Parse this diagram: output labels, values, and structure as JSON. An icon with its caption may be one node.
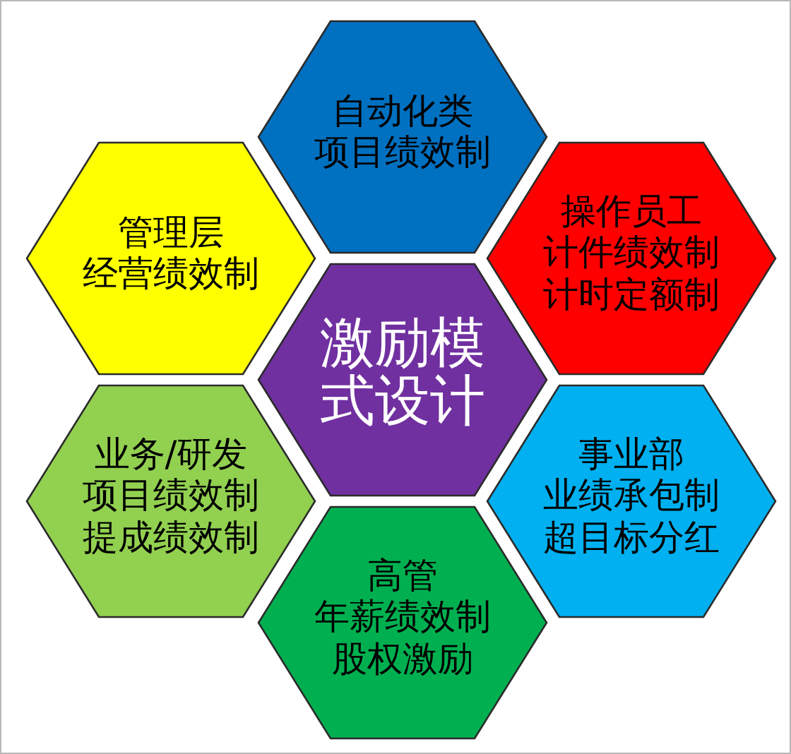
{
  "diagram": {
    "nodes": [
      {
        "text": [
          "自动化类",
          "项目绩效制"
        ]
      },
      {
        "text": [
          "管理层",
          "经营绩效制"
        ]
      },
      {
        "text": [
          "操作员工",
          "计件绩效制",
          "计时定额制"
        ]
      },
      {
        "text": [
          "激励模式设计"
        ]
      },
      {
        "text": [
          "业务/研发",
          "项目绩效制",
          "提成绩效制"
        ]
      },
      {
        "text": [
          "事业部",
          "业绩承包制",
          "超目标分红"
        ]
      },
      {
        "text": [
          "高管",
          "年薪绩效制",
          "股权激励"
        ]
      }
    ]
  }
}
